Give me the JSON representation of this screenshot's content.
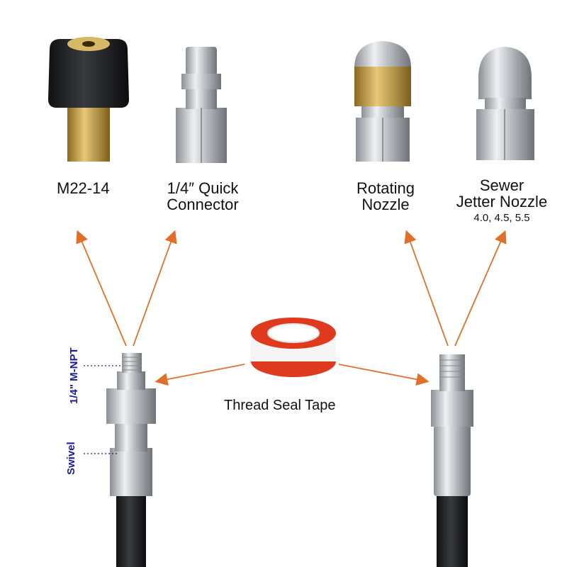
{
  "labels": {
    "m22": "M22-14",
    "quick_line1": "1/4″ Quick",
    "quick_line2": "Connector",
    "rotating_line1": "Rotating",
    "rotating_line2": "Nozzle",
    "sewer_line1": "Sewer",
    "sewer_line2": "Jetter Nozzle",
    "sewer_sizes": "4.0, 4.5, 5.5",
    "tape": "Thread Seal Tape",
    "mnpt": "1/4\" M-NPT",
    "swivel": "Swivel"
  },
  "colors": {
    "arrow": "#e06f2a",
    "tape_red": "#e03a1e",
    "annotation_blue": "#1a1a9a",
    "steel": "#c9ccd0",
    "brass": "#c9a24b",
    "hose": "#1b1c1f"
  }
}
